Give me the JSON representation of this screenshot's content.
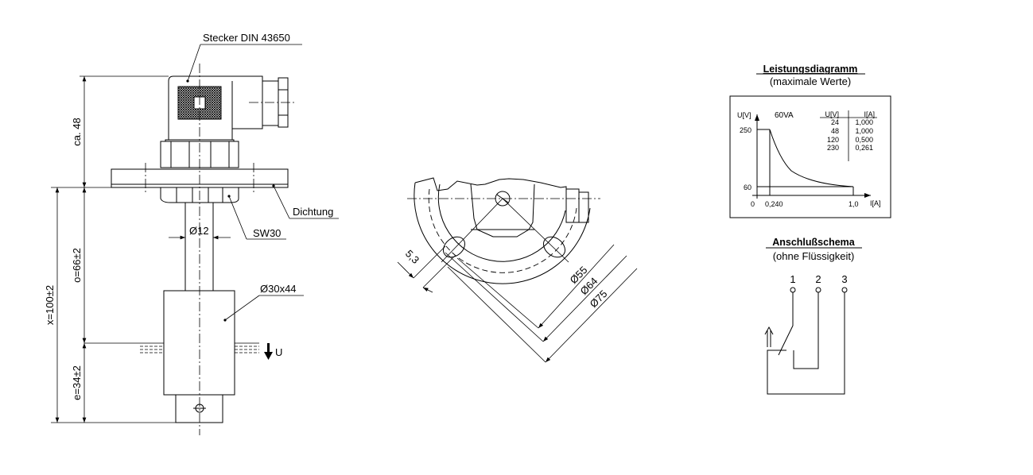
{
  "side_view": {
    "connector_label": "Stecker DIN  43650",
    "seal_label": "Dichtung",
    "wrench_label": "SW30",
    "stem_diameter": "Ø12",
    "float_label": "Ø30x44",
    "dim_connector": "ca. 48",
    "dim_o": "o=66±2",
    "dim_x": "x=100±2",
    "dim_e": "e=34±2",
    "level_label": "U"
  },
  "top_view": {
    "dim_slot": "5,3",
    "dim_d55": "Ø55",
    "dim_d64": "Ø64",
    "dim_d75": "Ø75"
  },
  "power_diagram": {
    "title": "Leistungsdiagramm",
    "subtitle": "(maximale Werte)",
    "y_label": "U[V]",
    "x_label": "I[A]",
    "power": "60VA",
    "y_ticks": [
      "250",
      "60"
    ],
    "x_ticks": [
      "0",
      "0,240",
      "1,0"
    ],
    "table_headers": [
      "U[V]",
      "I[A]"
    ],
    "table_rows": [
      [
        "24",
        "1,000"
      ],
      [
        "48",
        "1,000"
      ],
      [
        "120",
        "0,500"
      ],
      [
        "230",
        "0,261"
      ]
    ]
  },
  "wiring": {
    "title": "Anschlußschema",
    "subtitle": "(ohne Flüssigkeit)",
    "terminals": [
      "1",
      "2",
      "3"
    ]
  }
}
